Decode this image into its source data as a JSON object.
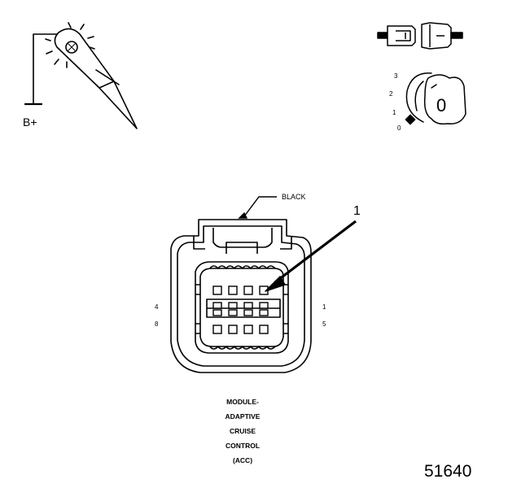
{
  "supply_label": "B+",
  "ignition": {
    "positions": [
      "3",
      "2",
      "1",
      "0"
    ],
    "key_label": "0"
  },
  "connector": {
    "color_label": "BLACK",
    "callout_number": "1",
    "pin_labels": {
      "top_left": "4",
      "bottom_left": "8",
      "top_right": "1",
      "bottom_right": "5"
    }
  },
  "caption_lines": [
    "MODULE-",
    "ADAPTIVE",
    "CRUISE",
    "CONTROL",
    "(ACC)"
  ],
  "figure_number": "51640"
}
